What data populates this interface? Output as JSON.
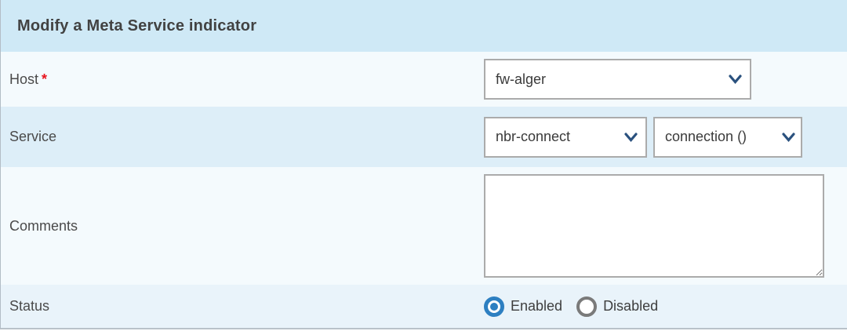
{
  "form": {
    "title": "Modify a Meta Service indicator",
    "host": {
      "label": "Host",
      "required_marker": "*",
      "value": "fw-alger"
    },
    "service": {
      "label": "Service",
      "service_value": "nbr-connect",
      "metric_value": "connection ()"
    },
    "comments": {
      "label": "Comments",
      "value": ""
    },
    "status": {
      "label": "Status",
      "enabled_label": "Enabled",
      "disabled_label": "Disabled",
      "selected": "Enabled"
    }
  },
  "colors": {
    "header_bg": "#cfe9f6",
    "row_light_bg": "#f4fafd",
    "row_blue_bg": "#ddeef8",
    "status_row_bg": "#e9f3fa",
    "field_border": "#ababab",
    "chevron": "#2a517e",
    "radio_selected": "#2d7fc1",
    "radio_unselected": "#7a7a7a",
    "required_marker": "#e8131d",
    "bottom_border": "#b9c2c9"
  }
}
